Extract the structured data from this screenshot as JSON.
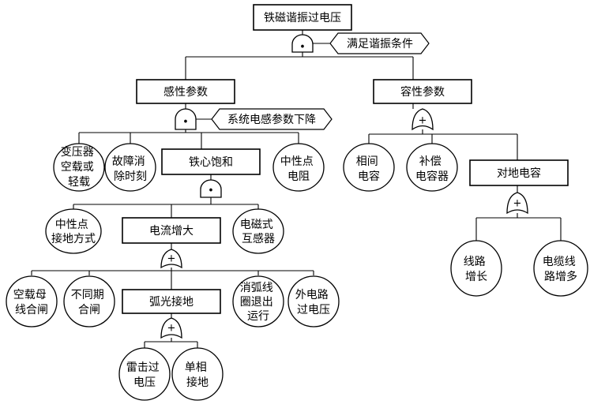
{
  "top_event": "铁磁谐振过电压",
  "condition_top": "满足谐振条件",
  "condition_inductive": "系统电感参数下降",
  "nodes": {
    "inductive": "感性参数",
    "capacitive": "容性参数",
    "core_saturation": "铁心饱和",
    "current_increase": "电流增大",
    "arc_ground": "弧光接地",
    "ground_cap": "对地电容"
  },
  "basic_events": {
    "transformer_noload": [
      "变压器",
      "空载或",
      "轻载"
    ],
    "fault_clear": [
      "故障消",
      "除时刻"
    ],
    "neutral_resistance": [
      "中性点",
      "电阻"
    ],
    "neutral_grounding": [
      "中性点",
      "接地方式"
    ],
    "em_transformer": [
      "电磁式",
      "互感器"
    ],
    "noload_busbar": [
      "空载母",
      "线合闸"
    ],
    "async_close": [
      "不同期",
      "合闸"
    ],
    "arc_coil_exit": [
      "消弧线",
      "圈退出",
      "运行"
    ],
    "external_overvoltage": [
      "外电路",
      "过电压"
    ],
    "lightning_overvoltage": [
      "雷击过",
      "电压"
    ],
    "single_phase_ground": [
      "单相",
      "接地"
    ],
    "phase_capacitance": [
      "相间",
      "电容"
    ],
    "compensation_capacitor": [
      "补偿",
      "电容器"
    ],
    "line_growth": [
      "线路",
      "增长"
    ],
    "cable_growth": [
      "电缆线",
      "路增多"
    ]
  },
  "gates": {
    "top": "•",
    "inductive": "•",
    "saturation": "•",
    "capacitive": "+",
    "current": "+",
    "arc": "+",
    "ground": "+"
  }
}
